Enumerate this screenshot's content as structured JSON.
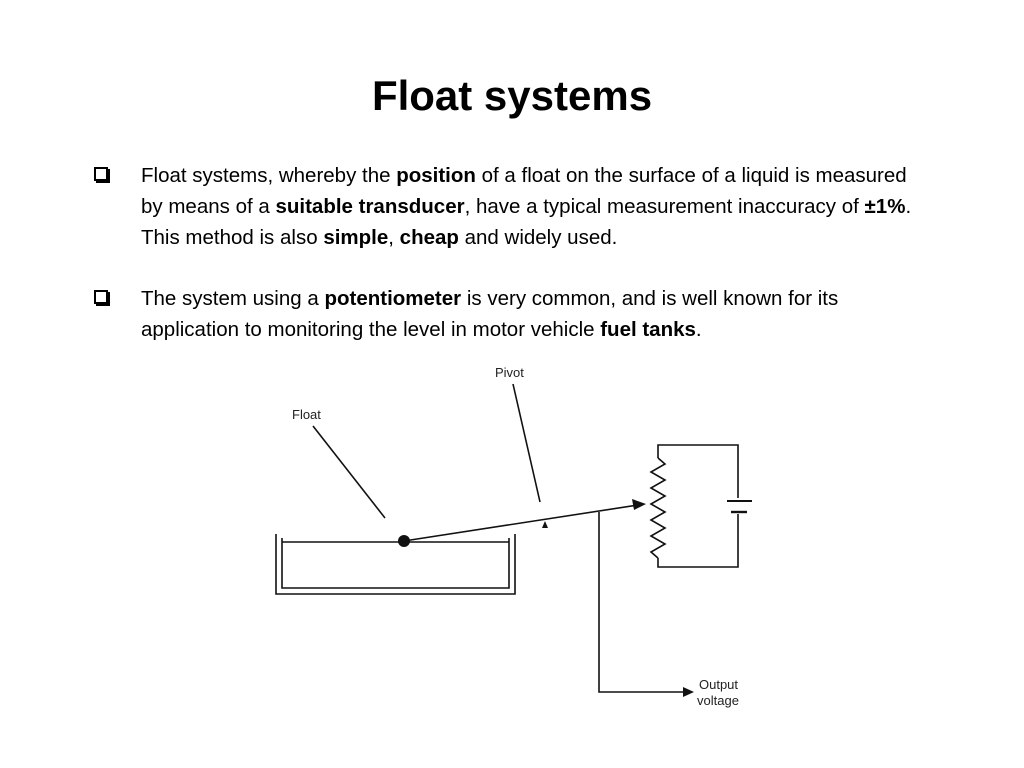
{
  "title": "Float systems",
  "bullets": [
    {
      "parts": [
        {
          "t": "Float systems, whereby the ",
          "b": false
        },
        {
          "t": "position",
          "b": true
        },
        {
          "t": " of a float on the surface of a liquid is measured by means of a ",
          "b": false
        },
        {
          "t": "suitable transducer",
          "b": true
        },
        {
          "t": ", have a typical measurement inaccuracy of ",
          "b": false
        },
        {
          "t": "±1%",
          "b": true
        },
        {
          "t": ". This method is also ",
          "b": false
        },
        {
          "t": "simple",
          "b": true
        },
        {
          "t": ", ",
          "b": false
        },
        {
          "t": "cheap",
          "b": true
        },
        {
          "t": " and widely used.",
          "b": false
        }
      ]
    },
    {
      "parts": [
        {
          "t": "The system using a ",
          "b": false
        },
        {
          "t": "potentiometer",
          "b": true
        },
        {
          "t": " is very common, and is well known for its application to monitoring the level in motor vehicle ",
          "b": false
        },
        {
          "t": "fuel tanks",
          "b": true
        },
        {
          "t": ".",
          "b": false
        }
      ]
    }
  ],
  "diagram": {
    "label_float": "Float",
    "label_pivot": "Pivot",
    "label_output_line1": "Output",
    "label_output_line2": "voltage"
  }
}
